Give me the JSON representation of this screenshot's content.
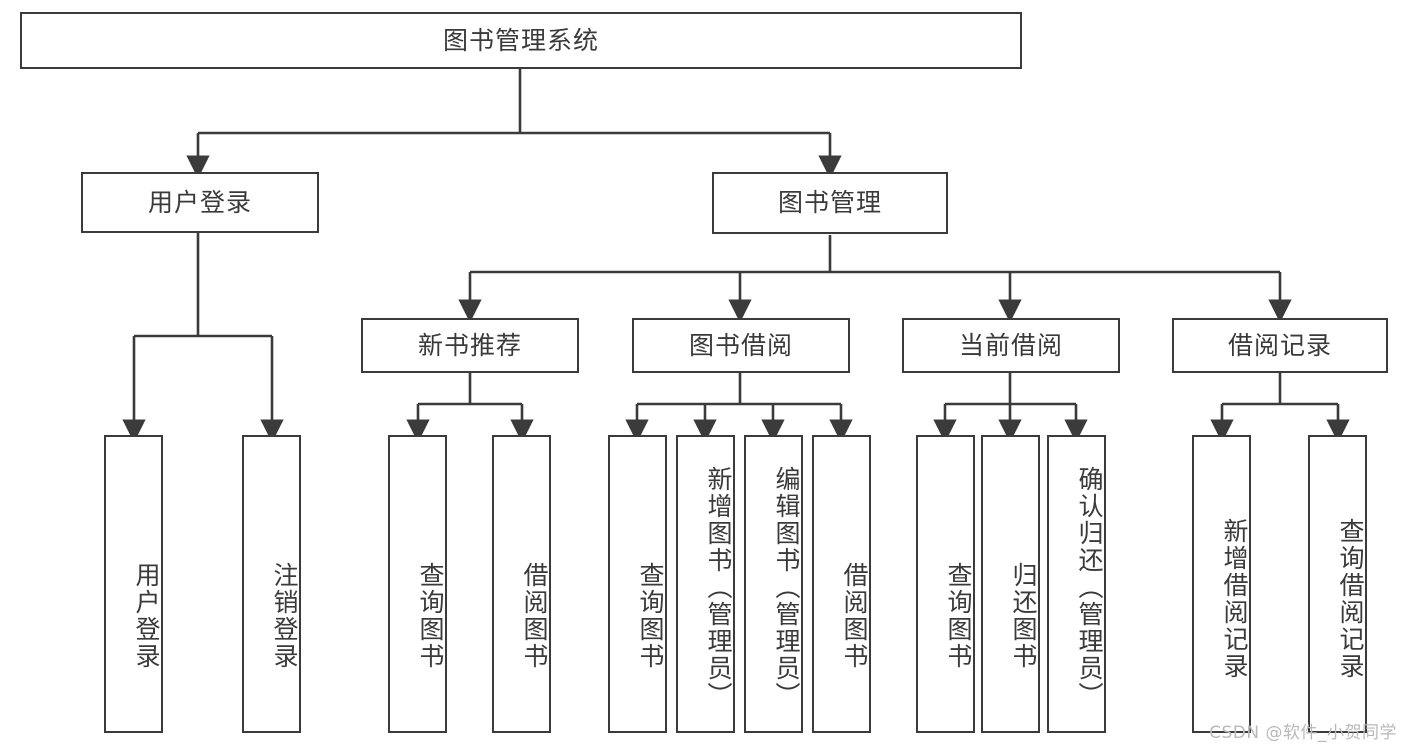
{
  "diagram": {
    "type": "tree-hierarchy-chart",
    "title": "图书管理系统",
    "line_color": "#3b3b3b",
    "text_color": "#3a3a3a",
    "background": "#ffffff",
    "watermark": "CSDN @软件_小贺同学"
  },
  "root": {
    "label": "图书管理系统"
  },
  "level2": [
    {
      "label": "用户登录"
    },
    {
      "label": "图书管理"
    }
  ],
  "level3": [
    {
      "label": "新书推荐"
    },
    {
      "label": "图书借阅"
    },
    {
      "label": "当前借阅"
    },
    {
      "label": "借阅记录"
    }
  ],
  "leaves": {
    "user_login": [
      {
        "label": "用户登录"
      },
      {
        "label": "注销登录"
      }
    ],
    "new_book_recommend": [
      {
        "label": "查询图书"
      },
      {
        "label": "借阅图书"
      }
    ],
    "book_borrow": [
      {
        "label": "查询图书"
      },
      {
        "label": "新增图书（管理员）"
      },
      {
        "label": "编辑图书（管理员）"
      },
      {
        "label": "借阅图书"
      }
    ],
    "current_borrow": [
      {
        "label": "查询图书"
      },
      {
        "label": "归还图书"
      },
      {
        "label": "确认归还（管理员）"
      }
    ],
    "borrow_record": [
      {
        "label": "新增借阅记录"
      },
      {
        "label": "查询借阅记录"
      }
    ]
  }
}
